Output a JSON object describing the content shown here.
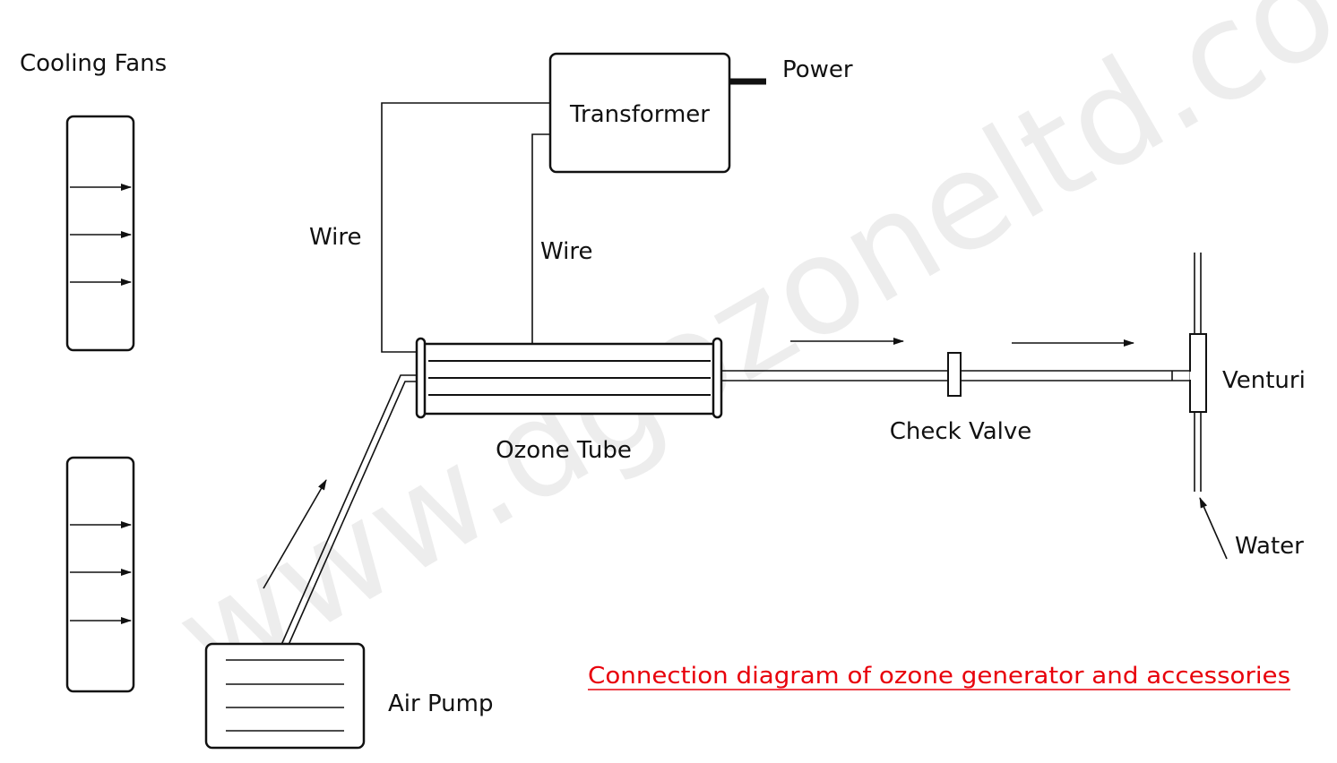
{
  "diagram": {
    "title": "Connection diagram of ozone generator and accessories",
    "watermark": "www.dgozoneltd.com",
    "colors": {
      "line": "#111111",
      "title": "#e8000b",
      "background": "#ffffff"
    },
    "labels": {
      "cooling_fans": "Cooling Fans",
      "transformer": "Transformer",
      "power": "Power",
      "wire_left": "Wire",
      "wire_right": "Wire",
      "ozone_tube": "Ozone Tube",
      "check_valve": "Check Valve",
      "venturi": "Venturi",
      "water": "Water",
      "air_pump": "Air Pump"
    },
    "components": [
      {
        "id": "cooling-fan-1",
        "type": "cooling-fan",
        "airflow_arrows": 3
      },
      {
        "id": "cooling-fan-2",
        "type": "cooling-fan",
        "airflow_arrows": 3
      },
      {
        "id": "transformer",
        "type": "transformer"
      },
      {
        "id": "ozone-tube",
        "type": "ozone-tube",
        "inner_lines": 3
      },
      {
        "id": "check-valve",
        "type": "check-valve"
      },
      {
        "id": "venturi",
        "type": "venturi"
      },
      {
        "id": "air-pump",
        "type": "air-pump",
        "inner_lines": 4
      }
    ],
    "connections": [
      {
        "from": "power",
        "to": "transformer",
        "kind": "power-cable"
      },
      {
        "from": "transformer",
        "to": "ozone-tube",
        "kind": "wire",
        "label": "Wire"
      },
      {
        "from": "transformer",
        "to": "ozone-tube",
        "kind": "wire",
        "label": "Wire"
      },
      {
        "from": "air-pump",
        "to": "ozone-tube",
        "kind": "air-hose"
      },
      {
        "from": "ozone-tube",
        "to": "check-valve",
        "kind": "gas-hose"
      },
      {
        "from": "check-valve",
        "to": "venturi",
        "kind": "gas-hose"
      },
      {
        "from": "water",
        "to": "venturi",
        "kind": "water-pipe"
      }
    ]
  }
}
